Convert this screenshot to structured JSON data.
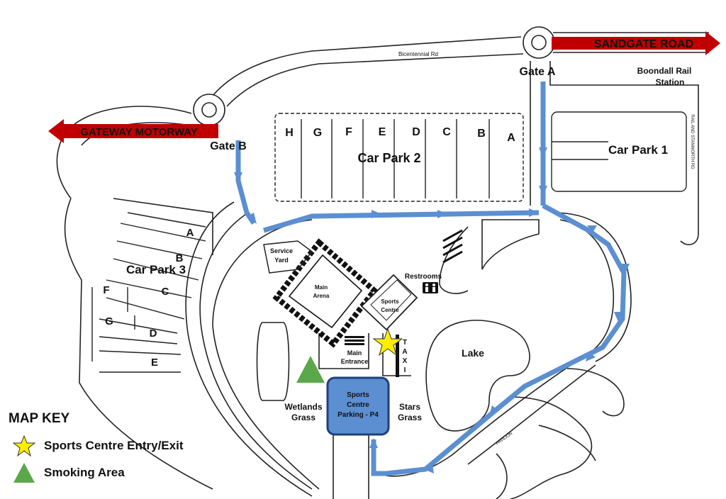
{
  "roads": {
    "east": "SANDGATE ROAD",
    "west": "GATEWAY MOTORWAY",
    "north": "Bicentennial Rd",
    "east_side_vertical": "RAIL AND STANWORTH RD"
  },
  "gates": {
    "a": "Gate A",
    "b": "Gate B"
  },
  "station": [
    "Boondall Rail",
    "Station"
  ],
  "car_park_1": "Car Park 1",
  "car_park_2": {
    "title": "Car Park 2",
    "rows": [
      "H",
      "G",
      "F",
      "E",
      "D",
      "C",
      "B",
      "A"
    ]
  },
  "car_park_3": {
    "title": "Car Park 3",
    "rows": [
      "A",
      "B",
      "C",
      "D",
      "E",
      "F",
      "G"
    ]
  },
  "buildings": {
    "service_yard": [
      "Service",
      "Yard"
    ],
    "main_arena": [
      "Main",
      "Arena"
    ],
    "sports_centre": [
      "Sports",
      "Centre"
    ],
    "main_entrance": [
      "Main",
      "Entrance"
    ],
    "restrooms": "Restrooms",
    "taxi": [
      "T",
      "A",
      "X",
      "I"
    ],
    "pavilion": "PAVILION"
  },
  "areas": {
    "lake": "Lake",
    "wetlands_grass": [
      "Wetlands",
      "Grass"
    ],
    "stars_grass": [
      "Stars",
      "Grass"
    ]
  },
  "parking_p4": [
    "Sports",
    "Centre",
    "Parking - P4"
  ],
  "map_key": {
    "title": "MAP KEY",
    "items": [
      {
        "label": "Sports Centre Entry/Exit",
        "icon": "star-icon",
        "color": "#ffee00"
      },
      {
        "label": "Smoking Area",
        "icon": "triangle-icon",
        "color": "#5aa84a"
      }
    ]
  },
  "colors": {
    "route": "#5b8fd1",
    "road_arrow": "#c00000",
    "parking_box": "#5b8fd1",
    "parking_border": "#1f3f7a"
  }
}
